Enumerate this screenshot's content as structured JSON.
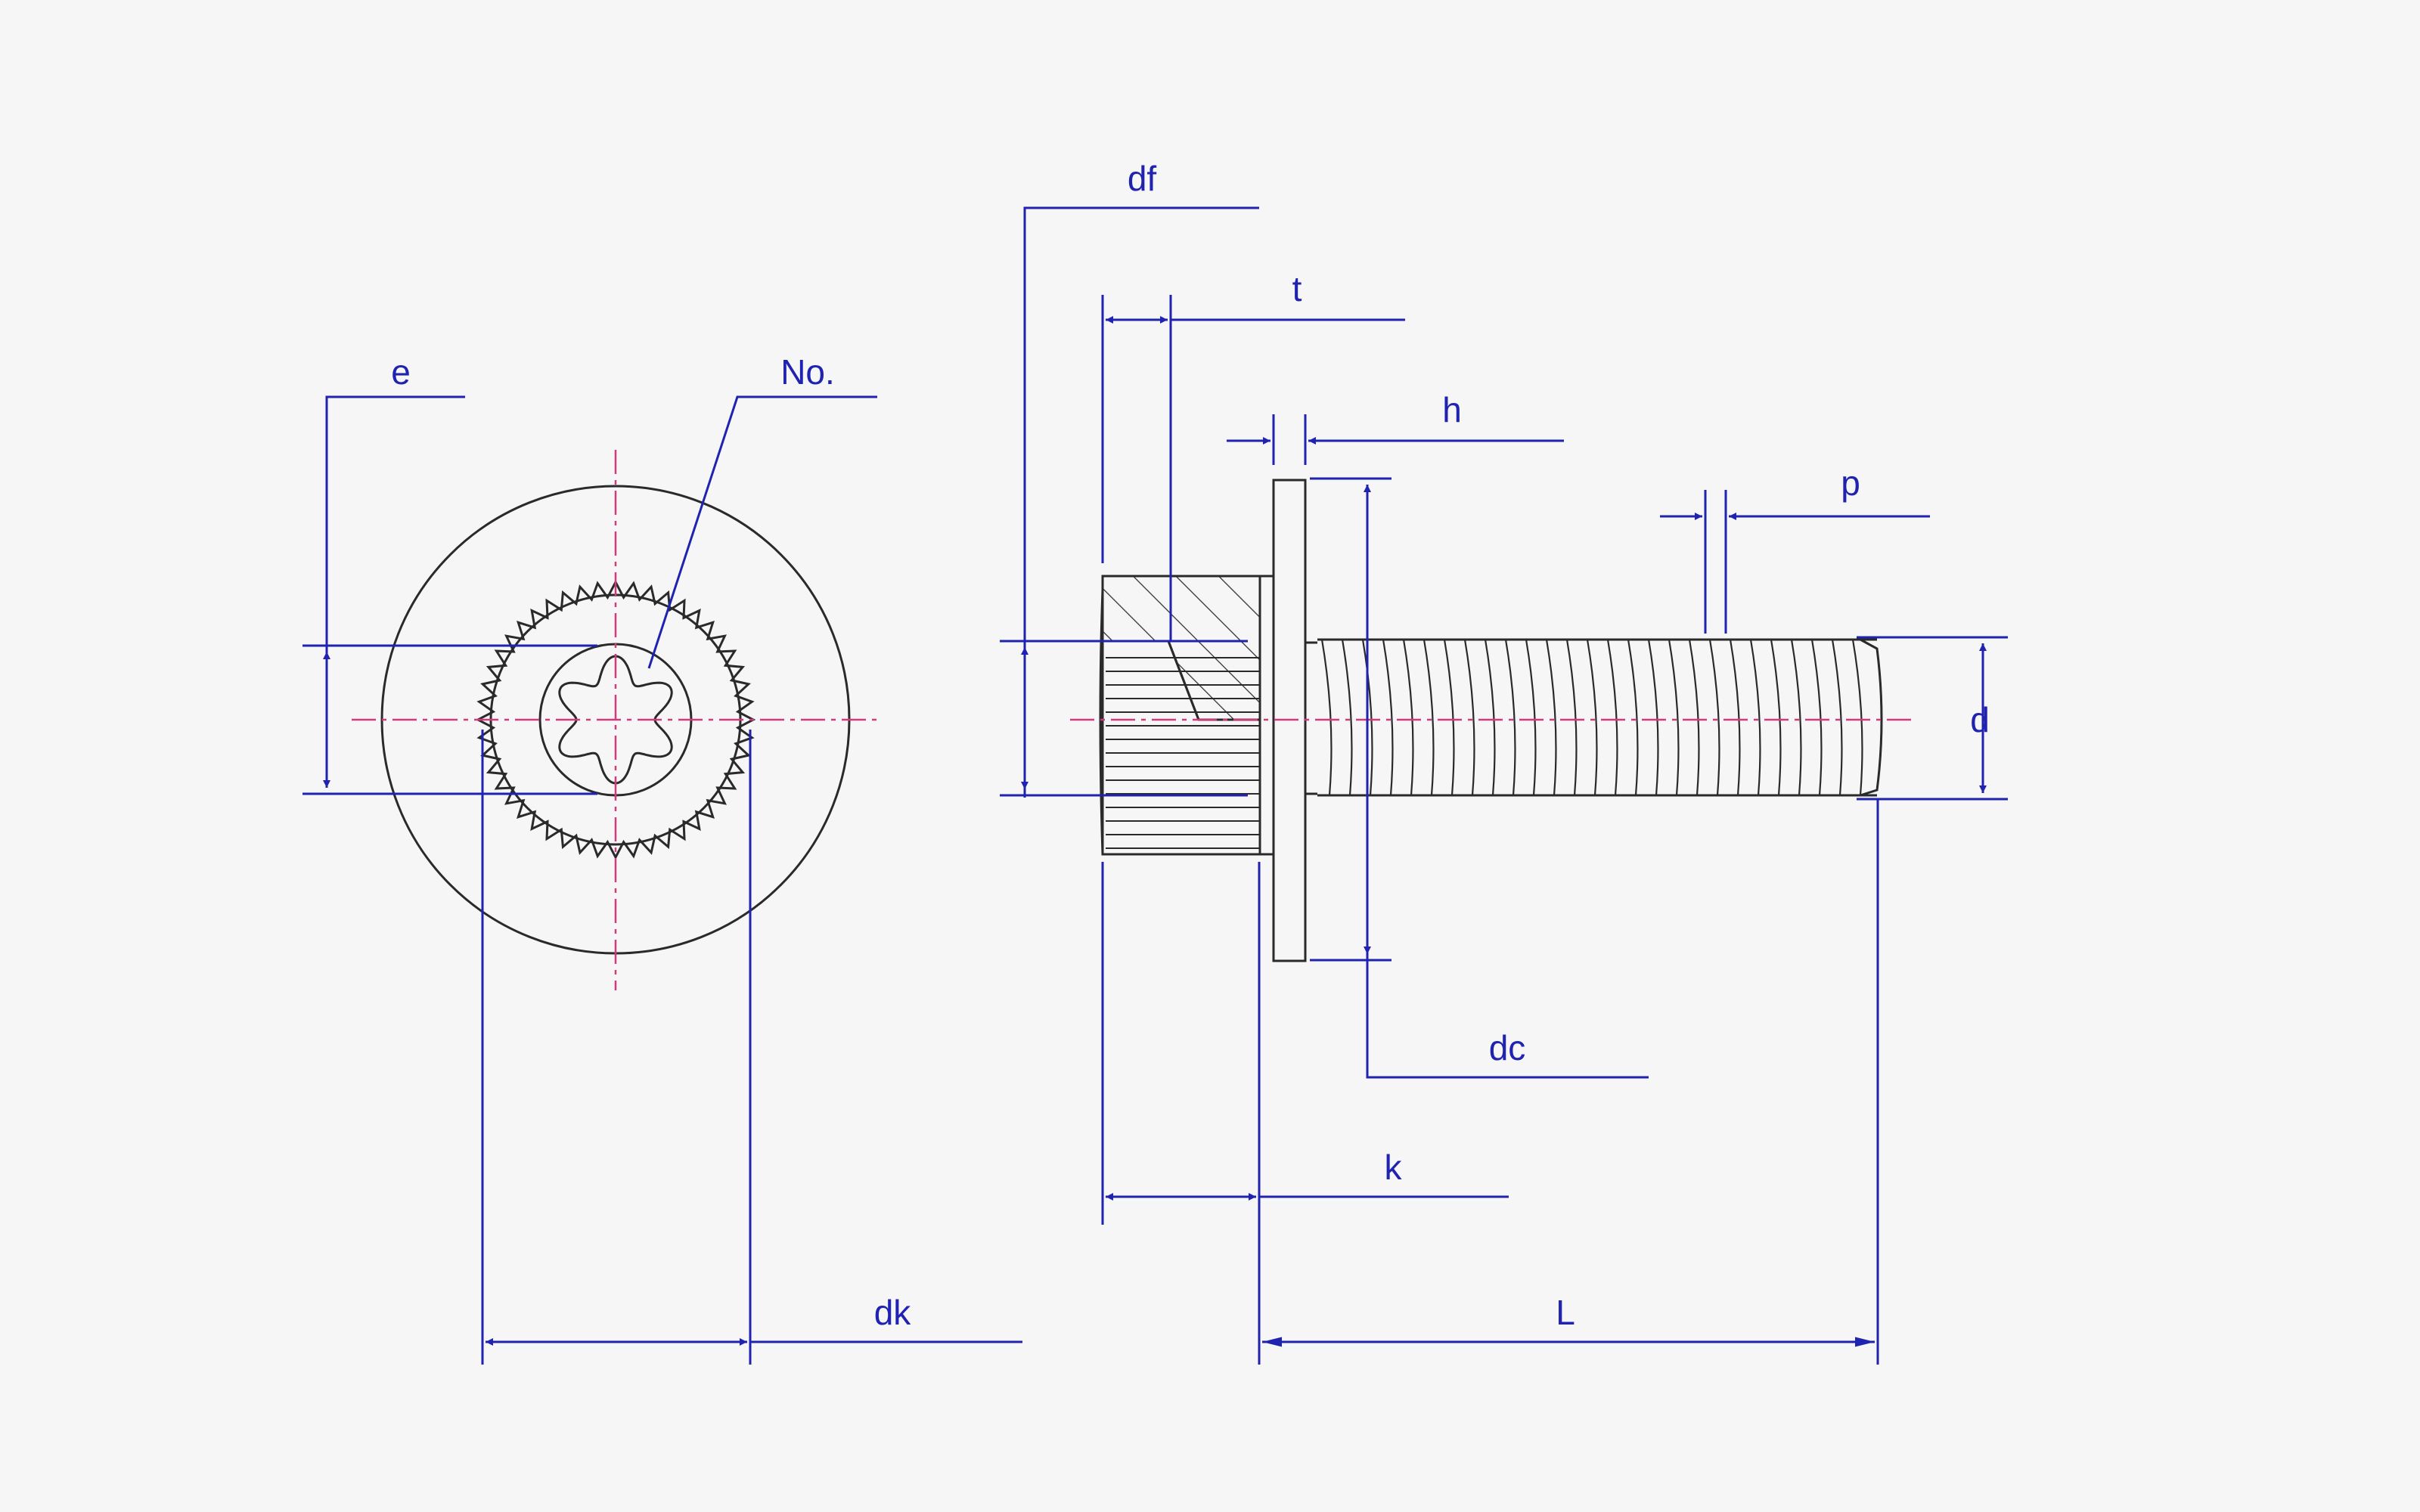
{
  "labels": {
    "e": "e",
    "no": "No.",
    "df": "df",
    "t": "t",
    "h": "h",
    "p": "p",
    "d": "d",
    "dc": "dc",
    "k": "k",
    "dk": "dk",
    "L": "L"
  },
  "colors": {
    "background": "#f6f6f6",
    "outline": "#2a2a2a",
    "dimension": "#1f23b0",
    "centerline": "#d23a7a"
  }
}
